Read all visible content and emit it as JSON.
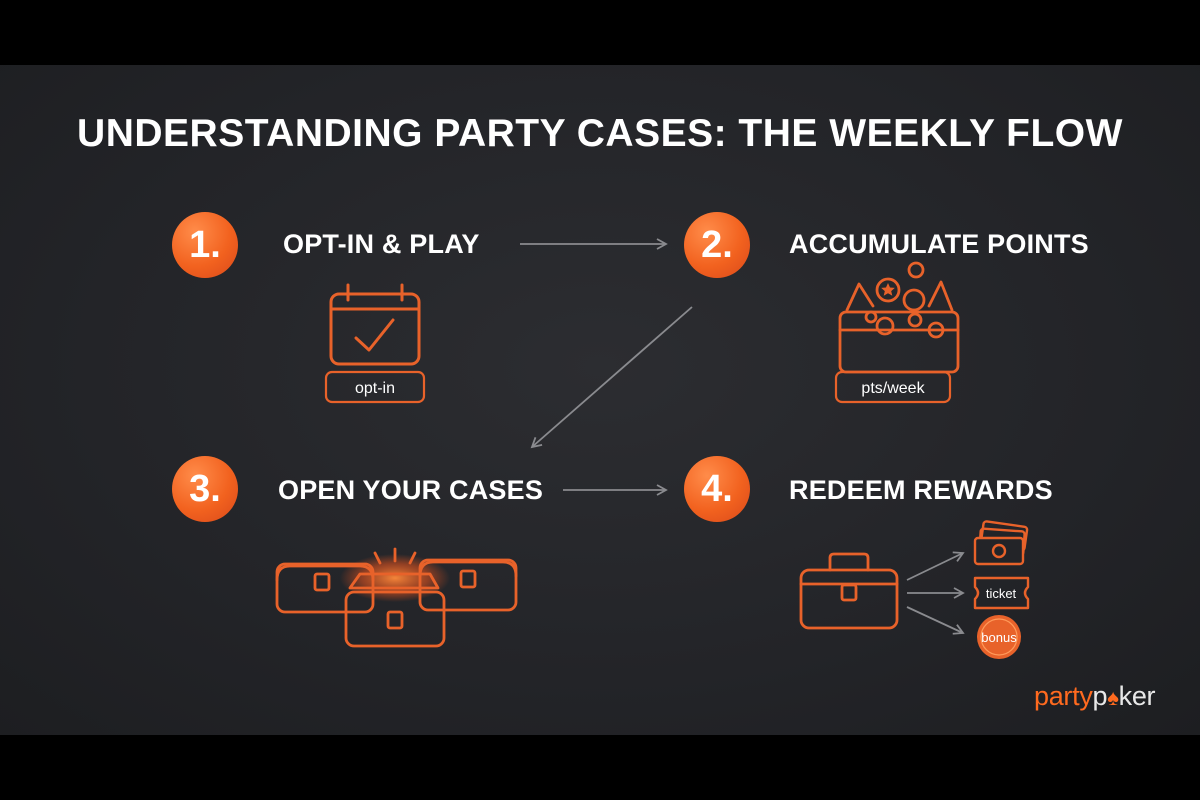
{
  "title": "UNDERSTANDING PARTY CASES: THE WEEKLY FLOW",
  "steps": [
    {
      "number": "1.",
      "label": "OPT-IN & PLAY",
      "icon": "calendar-check-icon",
      "icon_caption": "opt-in"
    },
    {
      "number": "2.",
      "label": "ACCUMULATE POINTS",
      "icon": "treasure-chest-icon",
      "icon_caption": "pts/week"
    },
    {
      "number": "3.",
      "label": "OPEN YOUR CASES",
      "icon": "open-cases-icon"
    },
    {
      "number": "4.",
      "label": "REDEEM REWARDS",
      "icon": "briefcase-rewards-icon"
    }
  ],
  "rewards": [
    "ticket",
    "bonus"
  ],
  "logo": {
    "part1": "party",
    "part2": "p",
    "part3": "ker"
  },
  "colors": {
    "accent": "#f2621f",
    "background": "#232428",
    "text": "#ffffff",
    "arrow": "#8a8b8f"
  }
}
